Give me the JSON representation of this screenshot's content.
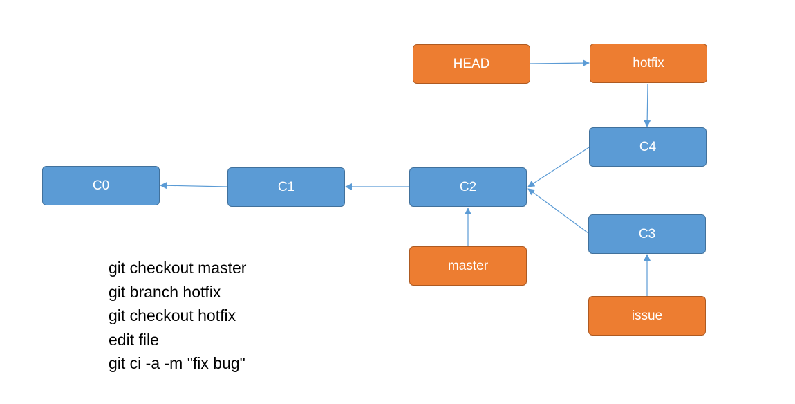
{
  "colors": {
    "commit_fill": "#5b9bd5",
    "commit_border": "#41719c",
    "ref_fill": "#ed7d31",
    "ref_border": "#ae5a21",
    "arrow": "#5b9bd5"
  },
  "commits": {
    "c0": "C0",
    "c1": "C1",
    "c2": "C2",
    "c3": "C3",
    "c4": "C4"
  },
  "refs": {
    "head": "HEAD",
    "hotfix": "hotfix",
    "master": "master",
    "issue": "issue"
  },
  "commands": [
    "git checkout master",
    "git branch hotfix",
    "git checkout hotfix",
    "edit file",
    "git ci -a -m \"fix bug\""
  ]
}
